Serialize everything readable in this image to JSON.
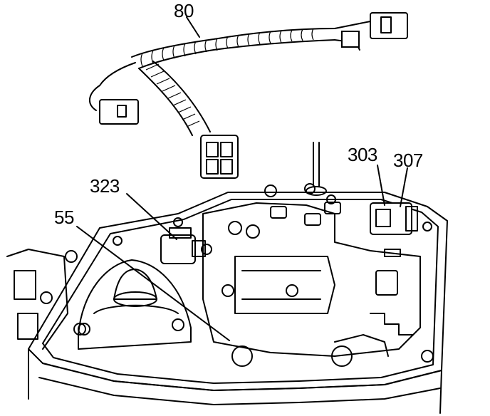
{
  "diagram": {
    "callouts": [
      {
        "id": "harness",
        "label": "80"
      },
      {
        "id": "solenoid-a",
        "label": "323"
      },
      {
        "id": "gasket",
        "label": "55"
      },
      {
        "id": "switch",
        "label": "303"
      },
      {
        "id": "solenoid-b",
        "label": "307"
      }
    ]
  }
}
